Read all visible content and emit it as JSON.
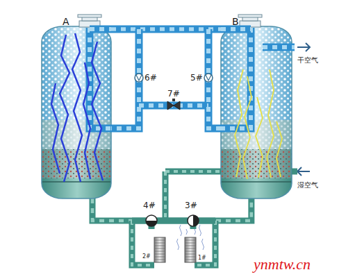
{
  "diagram": {
    "nodes": [
      {
        "text": [
          "A"
        ]
      },
      {
        "text": [
          "B"
        ]
      }
    ],
    "edges": [
      {
        "from": 0,
        "to": 1,
        "arrow": "none"
      },
      {
        "from": 0,
        "to": 1,
        "arrow": "none"
      }
    ],
    "labels": [
      "干空气",
      "湿空气",
      "6#",
      "5#",
      "7#",
      "4#",
      "3#",
      "2#",
      "1#",
      "ynmtw.cn"
    ]
  }
}
